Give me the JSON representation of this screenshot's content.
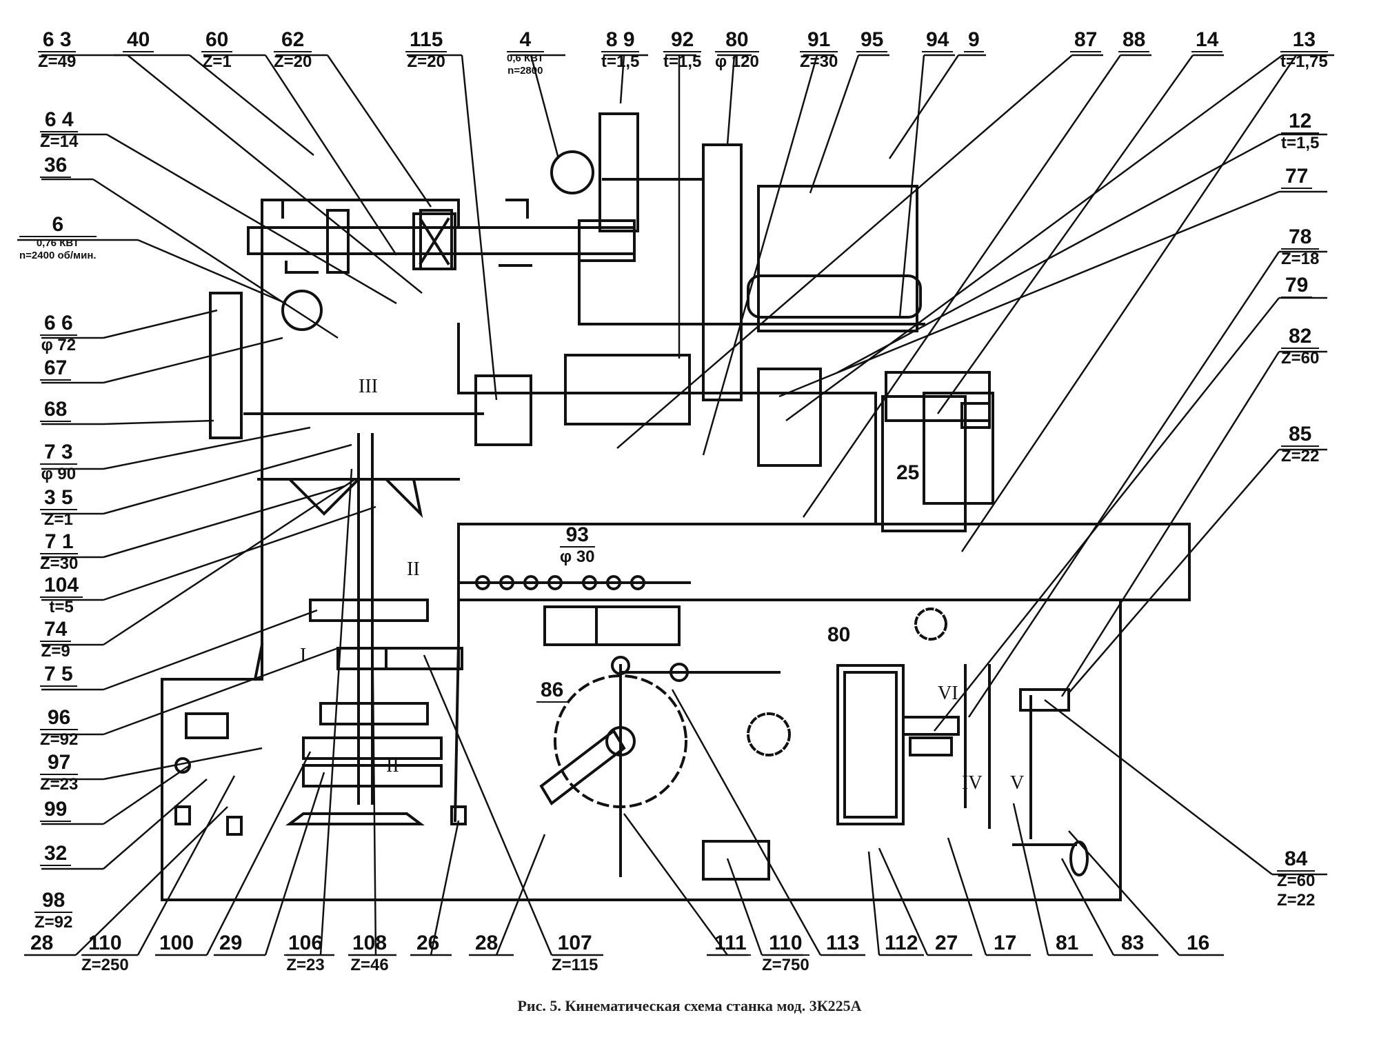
{
  "caption": "Рис. 5. Кинематическая схема станка мод. 3К225А",
  "callouts": {
    "c63": {
      "num": "6 3",
      "sub": "Z=49"
    },
    "c40": {
      "num": "40",
      "sub": ""
    },
    "c60": {
      "num": "60",
      "sub": "Z=1"
    },
    "c62": {
      "num": "62",
      "sub": "Z=20"
    },
    "c115": {
      "num": "115",
      "sub": "Z=20"
    },
    "c4": {
      "num": "4",
      "sub": "0,6 КВТ",
      "sub2": "n=2800"
    },
    "c89": {
      "num": "8 9",
      "sub": "t=1,5"
    },
    "c92": {
      "num": "92",
      "sub": "t=1,5"
    },
    "c80a": {
      "num": "80",
      "sub": "φ 120"
    },
    "c91": {
      "num": "91",
      "sub": "Z=30"
    },
    "c95": {
      "num": "95",
      "sub": ""
    },
    "c94": {
      "num": "94",
      "sub": ""
    },
    "c9": {
      "num": "9",
      "sub": ""
    },
    "c87": {
      "num": "87",
      "sub": ""
    },
    "c88": {
      "num": "88",
      "sub": ""
    },
    "c14": {
      "num": "14",
      "sub": ""
    },
    "c13": {
      "num": "13",
      "sub": "t=1,75"
    },
    "c64": {
      "num": "6 4",
      "sub": "Z=14"
    },
    "c36": {
      "num": "36",
      "sub": ""
    },
    "c6": {
      "num": "6",
      "sub": "0,76 КВТ",
      "sub2": "n=2400 об/мин."
    },
    "c66": {
      "num": "6 6",
      "sub": "φ 72"
    },
    "c67": {
      "num": "67",
      "sub": ""
    },
    "c68": {
      "num": "68",
      "sub": ""
    },
    "c73": {
      "num": "7 3",
      "sub": "φ 90"
    },
    "c35": {
      "num": "3 5",
      "sub": "Z=1"
    },
    "c71": {
      "num": "7 1",
      "sub": "Z=30"
    },
    "c104": {
      "num": "104",
      "sub": "t=5"
    },
    "c74": {
      "num": "74",
      "sub": "Z=9"
    },
    "c75": {
      "num": "7 5",
      "sub": ""
    },
    "c96": {
      "num": "96",
      "sub": "Z=92"
    },
    "c97": {
      "num": "97",
      "sub": "Z=23"
    },
    "c99": {
      "num": "99",
      "sub": ""
    },
    "c32": {
      "num": "32",
      "sub": ""
    },
    "c98": {
      "num": "98",
      "sub": "Z=92"
    },
    "c12": {
      "num": "12",
      "sub": "t=1,5"
    },
    "c77": {
      "num": "77",
      "sub": ""
    },
    "c78": {
      "num": "78",
      "sub": "Z=18"
    },
    "c79": {
      "num": "79",
      "sub": ""
    },
    "c82": {
      "num": "82",
      "sub": "Z=60"
    },
    "c85": {
      "num": "85",
      "sub": "Z=22"
    },
    "c84": {
      "num": "84",
      "sub": "Z=60",
      "sub2": "Z=22"
    },
    "b28a": {
      "num": "28",
      "sub": ""
    },
    "b110a": {
      "num": "110",
      "sub": "Z=250"
    },
    "b100": {
      "num": "100",
      "sub": ""
    },
    "b29": {
      "num": "29",
      "sub": ""
    },
    "b106": {
      "num": "106",
      "sub": "Z=23"
    },
    "b108": {
      "num": "108",
      "sub": "Z=46"
    },
    "b26": {
      "num": "26",
      "sub": ""
    },
    "b28b": {
      "num": "28",
      "sub": ""
    },
    "b107": {
      "num": "107",
      "sub": "Z=115"
    },
    "b111": {
      "num": "111",
      "sub": ""
    },
    "b110b": {
      "num": "110",
      "sub": "Z=750"
    },
    "b113": {
      "num": "113",
      "sub": ""
    },
    "b112": {
      "num": "112",
      "sub": ""
    },
    "b27": {
      "num": "27",
      "sub": ""
    },
    "b17": {
      "num": "17",
      "sub": ""
    },
    "b81": {
      "num": "81",
      "sub": ""
    },
    "b83": {
      "num": "83",
      "sub": ""
    },
    "b16": {
      "num": "16",
      "sub": ""
    }
  },
  "inner_labels": {
    "l93": {
      "num": "93",
      "sub": "φ 30"
    },
    "l86": "86",
    "l25": "25",
    "l80b": "80"
  },
  "roman_numerals": {
    "r1": "I",
    "r2a": "II",
    "r2b": "II",
    "r3": "III",
    "r4": "IV",
    "r5": "V",
    "r6": "VI"
  }
}
